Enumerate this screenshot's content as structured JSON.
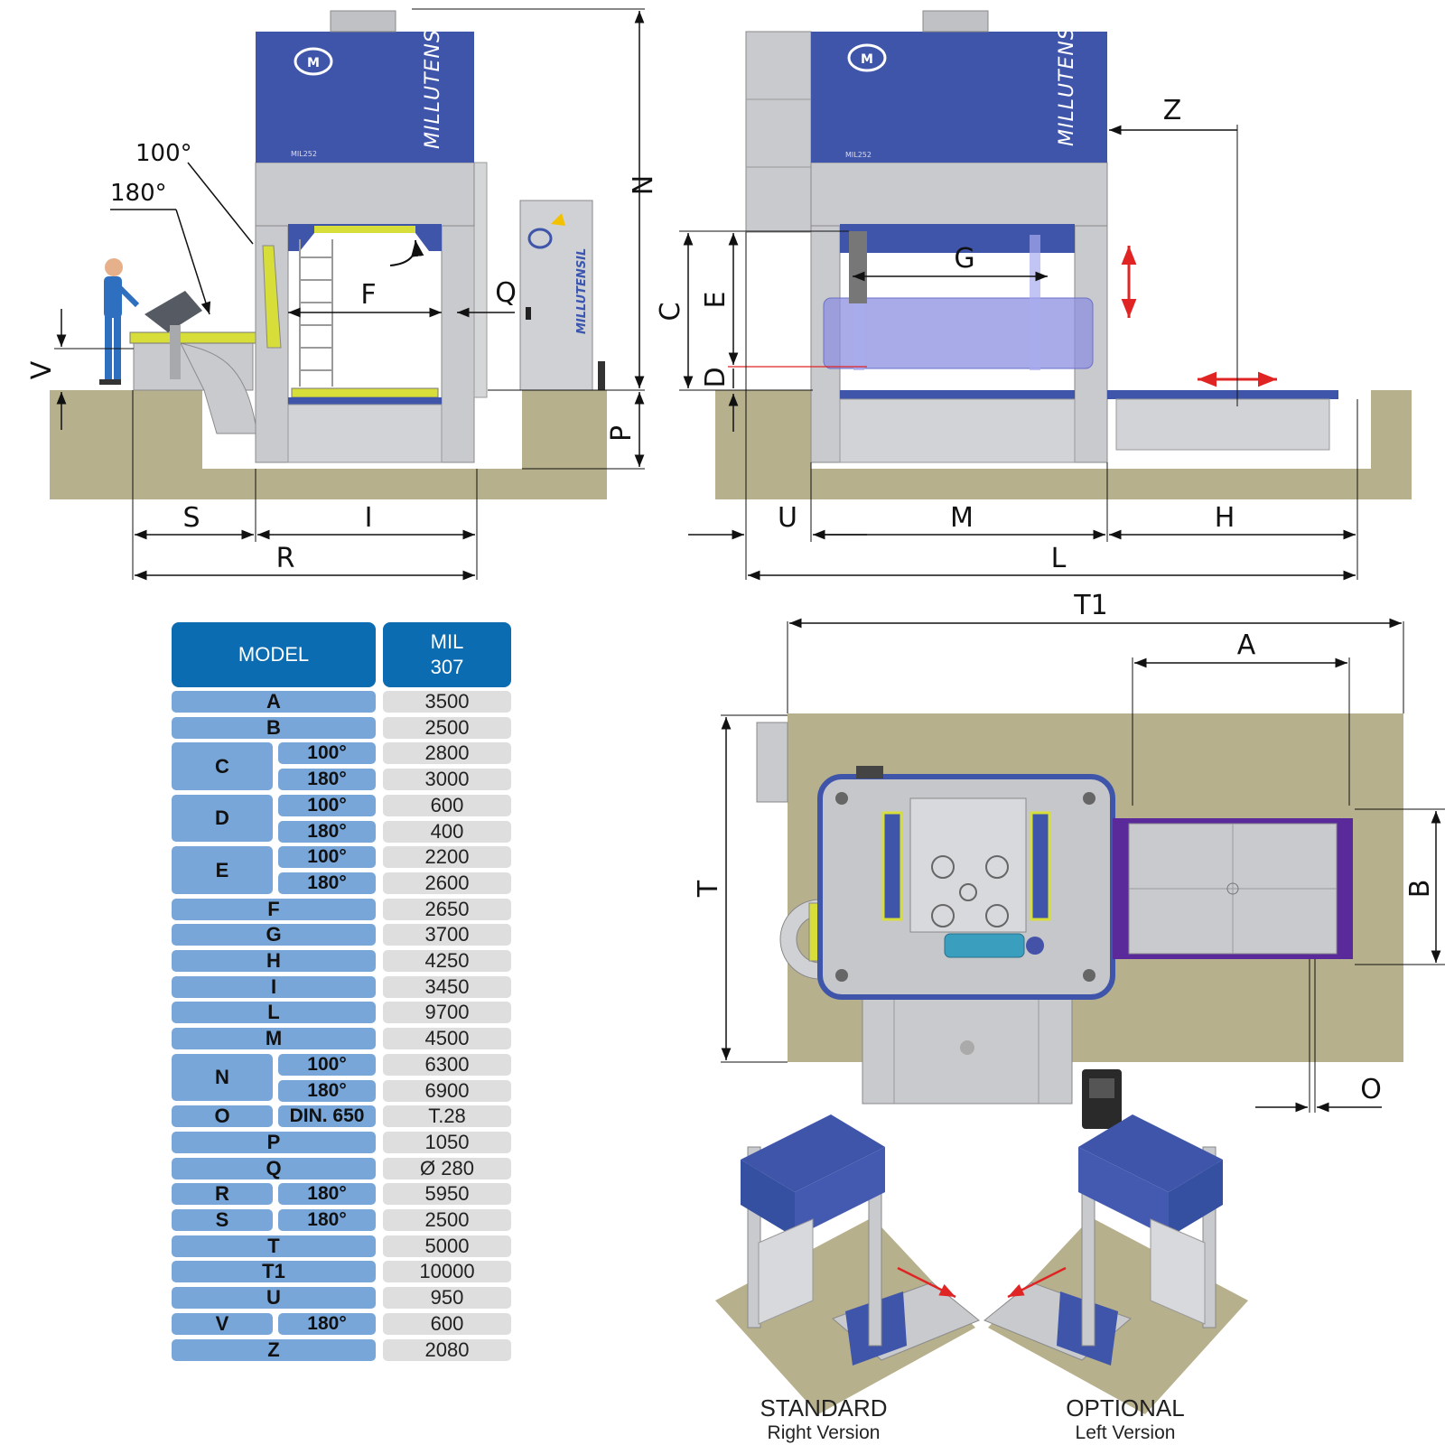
{
  "front_view": {
    "dims": {
      "S": "S",
      "I": "I",
      "R": "R",
      "F": "F",
      "Q": "Q",
      "N": "N",
      "P": "P",
      "V": "V"
    },
    "angles": {
      "a100": "100°",
      "a180": "180°"
    },
    "brand": "MILLUTENSIL",
    "plate": "MIL252"
  },
  "side_view": {
    "dims": {
      "U": "U",
      "M": "M",
      "H": "H",
      "L": "L",
      "C": "C",
      "E": "E",
      "D": "D",
      "G": "G",
      "Z": "Z"
    },
    "brand": "MILLUTENSIL",
    "plate": "MIL252"
  },
  "plan_view": {
    "dims": {
      "T1": "T1",
      "A": "A",
      "B": "B",
      "T": "T",
      "O": "O"
    }
  },
  "table": {
    "header_model": "MODEL",
    "header_mil_line1": "MIL",
    "header_mil_line2": "307",
    "rows": [
      {
        "label": "A",
        "value": "3500"
      },
      {
        "label": "B",
        "value": "2500"
      },
      {
        "label": "C",
        "sub": "100°",
        "value": "2800"
      },
      {
        "label": "",
        "sub": "180°",
        "value": "3000"
      },
      {
        "label": "D",
        "sub": "100°",
        "value": "600"
      },
      {
        "label": "",
        "sub": "180°",
        "value": "400"
      },
      {
        "label": "E",
        "sub": "100°",
        "value": "2200"
      },
      {
        "label": "",
        "sub": "180°",
        "value": "2600"
      },
      {
        "label": "F",
        "value": "2650"
      },
      {
        "label": "G",
        "value": "3700"
      },
      {
        "label": "H",
        "value": "4250"
      },
      {
        "label": "I",
        "value": "3450"
      },
      {
        "label": "L",
        "value": "9700"
      },
      {
        "label": "M",
        "value": "4500"
      },
      {
        "label": "N",
        "sub": "100°",
        "value": "6300"
      },
      {
        "label": "",
        "sub": "180°",
        "value": "6900"
      },
      {
        "label": "O",
        "sub": "DIN. 650",
        "value": "T.28"
      },
      {
        "label": "P",
        "value": "1050"
      },
      {
        "label": "Q",
        "value": "Ø 280"
      },
      {
        "label": "R",
        "sub": "180°",
        "value": "5950"
      },
      {
        "label": "S",
        "sub": "180°",
        "value": "2500"
      },
      {
        "label": "T",
        "value": "5000"
      },
      {
        "label": "T1",
        "value": "10000"
      },
      {
        "label": "U",
        "value": "950"
      },
      {
        "label": "V",
        "sub": "180°",
        "value": "600"
      },
      {
        "label": "Z",
        "value": "2080"
      }
    ]
  },
  "versions": {
    "standard_title": "STANDARD",
    "standard_sub": "Right Version",
    "optional_title": "OPTIONAL",
    "optional_sub": "Left Version"
  },
  "colors": {
    "press_blue": "#3f55aa",
    "frame_grey": "#c9cacd",
    "ground": "#b7b08c",
    "header_blue": "#0c6cb1",
    "label_blue": "#79a6d8",
    "value_grey": "#dedede",
    "accent_yellow": "#d7de3a",
    "arrow_red": "#e02424"
  }
}
